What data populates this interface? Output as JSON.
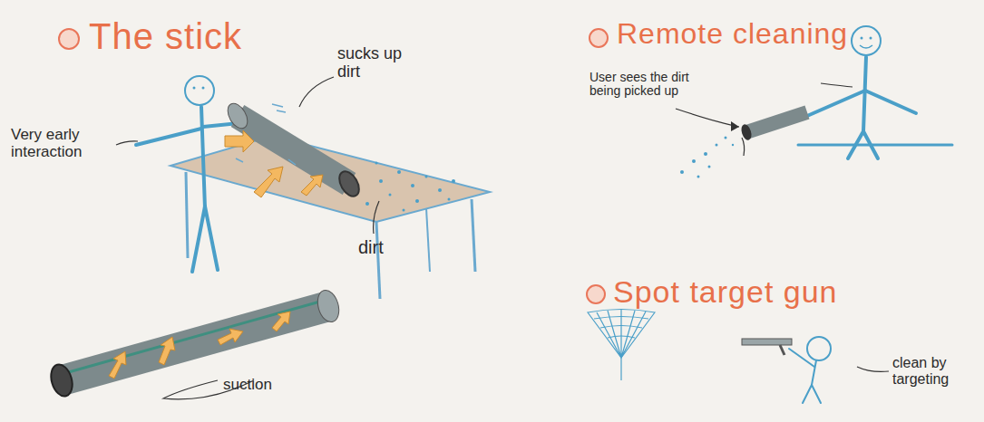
{
  "diagram": {
    "labels": [
      "The stick",
      "Remote cleaning",
      "User sees the dirt being picked up",
      "sucks up dirt",
      "Very early interaction",
      "dirt",
      "Spot target gun",
      "clean by targeting",
      "suction"
    ]
  }
}
